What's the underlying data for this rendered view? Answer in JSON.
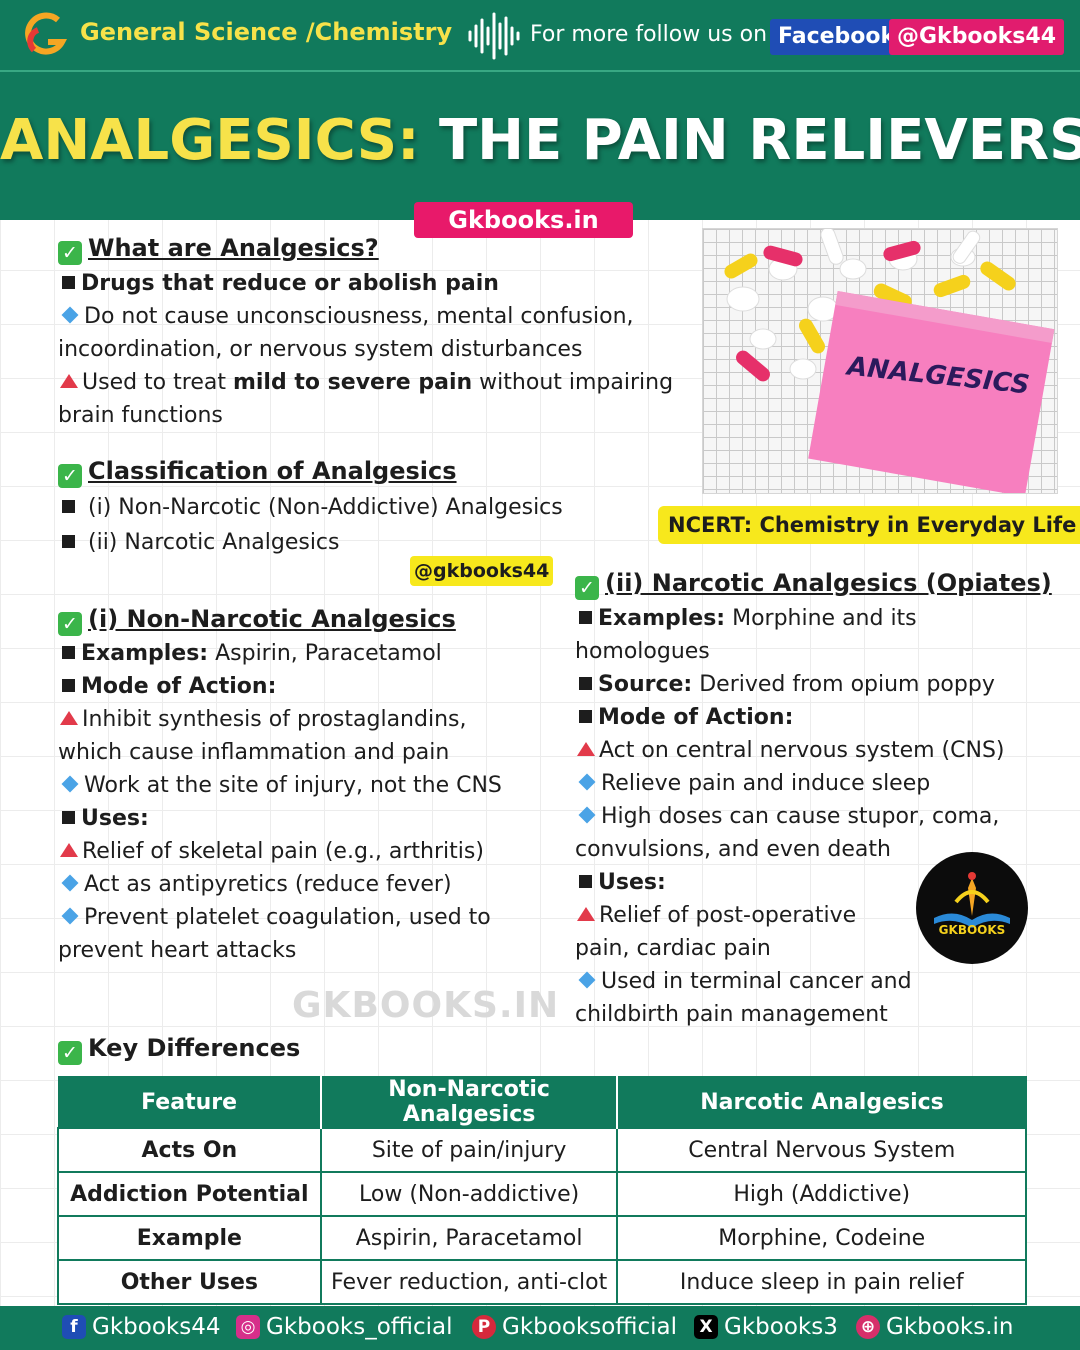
{
  "header": {
    "topic": "General Science /Chemistry",
    "follow_text": "For more follow us on",
    "facebook_label": "Facebook",
    "handle": "@Gkbooks44"
  },
  "title": {
    "highlight": "ANALGESICS:",
    "rest": "THE PAIN RELIEVERS"
  },
  "site_badge": "Gkbooks.in",
  "image": {
    "label": "ANALGESICS"
  },
  "ncert_badge": "NCERT: Chemistry in Everyday Life",
  "tag_badge": "@gkbooks44",
  "watermark": "GKBOOKS.IN",
  "logo_badge_text": "GKBOOKS",
  "what": {
    "heading": "What are Analgesics?",
    "definition": "Drugs that reduce or abolish pain",
    "point1_l1": "Do not cause unconsciousness, mental confusion,",
    "point1_l2": "incoordination, or nervous system disturbances",
    "point2_pre": "Used to treat ",
    "point2_bold": "mild to severe pain",
    "point2_post": " without impairing",
    "point2_l2": "brain functions"
  },
  "classification": {
    "heading": "Classification of Analgesics",
    "items": [
      "(i) Non-Narcotic (Non-Addictive) Analgesics",
      "(ii) Narcotic Analgesics"
    ]
  },
  "non_narcotic": {
    "heading": "(i) Non-Narcotic Analgesics",
    "examples_label": "Examples:",
    "examples": " Aspirin, Paracetamol",
    "mode_label": "Mode of Action:",
    "mode1_l1": "Inhibit synthesis of prostaglandins,",
    "mode1_l2": "which cause inflammation and pain",
    "mode2": "Work at the site of injury, not the CNS",
    "uses_label": "Uses:",
    "use1": "Relief of skeletal pain (e.g., arthritis)",
    "use2": "Act as antipyretics (reduce fever)",
    "use3_l1": "Prevent platelet coagulation, used to",
    "use3_l2": "prevent heart attacks"
  },
  "narcotic": {
    "heading": "(ii) Narcotic Analgesics (Opiates)",
    "examples_label": "Examples:",
    "examples_l1": " Morphine and its",
    "examples_l2": "homologues",
    "source_label": "Source:",
    "source": " Derived from opium poppy",
    "mode_label": "Mode of Action:",
    "mode1": "Act on central nervous system (CNS)",
    "mode2": "Relieve pain and induce sleep",
    "mode3_l1": "High doses can cause stupor, coma,",
    "mode3_l2": "convulsions, and even death",
    "uses_label": "Uses:",
    "use1_l1": "Relief of post-operative",
    "use1_l2": "pain, cardiac pain",
    "use2_l1": "Used in terminal cancer and",
    "use2_l2": "childbirth pain management"
  },
  "key_differences": {
    "heading": "Key Differences",
    "columns": [
      "Feature",
      "Non-Narcotic Analgesics",
      "Narcotic Analgesics"
    ],
    "rows": [
      [
        "Acts On",
        "Site of pain/injury",
        "Central Nervous System"
      ],
      [
        "Addiction Potential",
        "Low (Non-addictive)",
        "High (Addictive)"
      ],
      [
        "Example",
        "Aspirin, Paracetamol",
        "Morphine, Codeine"
      ],
      [
        "Other Uses",
        "Fever reduction, anti-clot",
        "Induce sleep in pain relief"
      ]
    ]
  },
  "footer": {
    "facebook": "Gkbooks44",
    "instagram": "Gkbooks_official",
    "pinterest": "Gkbooksofficial",
    "x": "Gkbooks3",
    "website": "Gkbooks.in"
  },
  "colors": {
    "brand_green": "#117a5c",
    "accent_yellow": "#f7e24a",
    "badge_pink": "#e8196a",
    "facebook_blue": "#1f4db5",
    "check_green": "#3bb54a"
  }
}
